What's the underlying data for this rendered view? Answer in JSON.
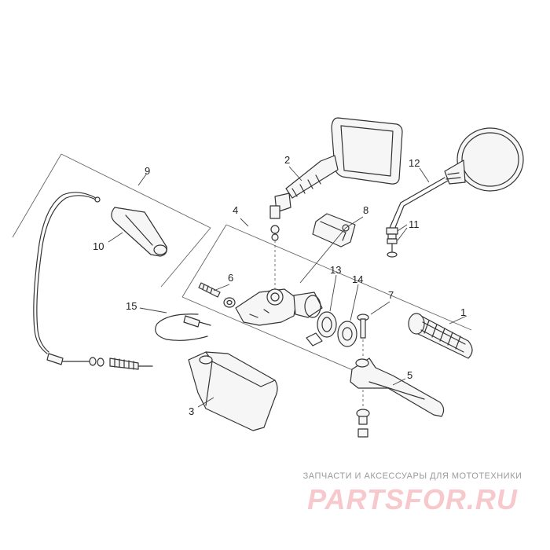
{
  "callouts": {
    "c1": "1",
    "c2": "2",
    "c3": "3",
    "c4": "4",
    "c5": "5",
    "c6": "6",
    "c7": "7",
    "c8": "8",
    "c9": "9",
    "c10": "10",
    "c11": "11",
    "c12": "12",
    "c13": "13",
    "c14": "14",
    "c15": "15"
  },
  "watermark": {
    "tagline": "ЗАПЧАСТИ И АКСЕССУАРЫ ДЛЯ МОТОТЕХНИКИ",
    "logo": "PARTSFOR.RU"
  },
  "colors": {
    "line": "#333333",
    "watermark_logo": "#f7c9cc",
    "watermark_text": "#9a9a9a"
  }
}
